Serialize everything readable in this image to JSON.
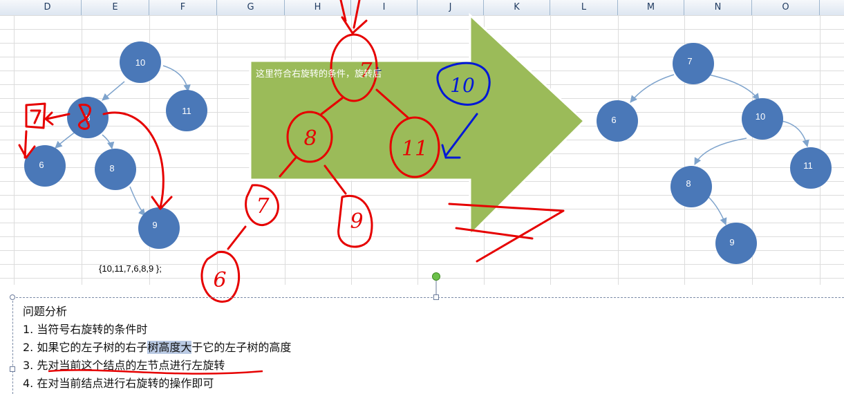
{
  "columns": [
    "D",
    "E",
    "F",
    "G",
    "H",
    "I",
    "J",
    "K",
    "L",
    "M",
    "N",
    "O"
  ],
  "tree_before": {
    "nodes": [
      "10",
      "8",
      "11",
      "6",
      "8",
      "9"
    ]
  },
  "tree_after": {
    "nodes": [
      "7",
      "6",
      "10",
      "8",
      "11",
      "9"
    ]
  },
  "array_text": "{10,11,7,6,8,9 };",
  "banner_text": "这里符合右旋转的条件，旋转后",
  "handwritten": {
    "top_node": "7",
    "left_child": "8",
    "right_child": "11",
    "left_left": "7",
    "left_left_left": "6",
    "left_right": "9",
    "blue_note": "10",
    "annot_7": "7",
    "annot_8": "8"
  },
  "analysis": {
    "title": "问题分析",
    "line1": "1. 当符号右旋转的条件时",
    "line2_a": "2. 如果它的左子树的右子",
    "line2_hl": "树高度大",
    "line2_b": "于它的左子树的高度",
    "line3": "3. 先对当前这个结点的左节点进行左旋转",
    "line4": "4. 在对当前结点进行右旋转的操作即可"
  },
  "colors": {
    "node_fill": "#4a78b8",
    "arrow_fill": "#9bbb59",
    "ink_red": "#e60000",
    "ink_blue": "#0018d6"
  }
}
